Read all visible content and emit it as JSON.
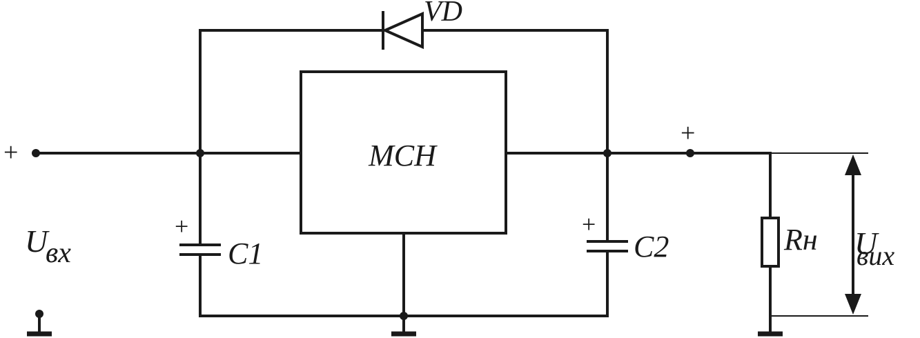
{
  "diagram": {
    "regulator_label": "МСН",
    "diode_label": "VD",
    "c1_label": "C1",
    "c2_label": "C2",
    "load_label": "Rн",
    "input_voltage": {
      "main": "U",
      "sub": "вх"
    },
    "output_voltage": {
      "main": "U",
      "sub": "вих"
    },
    "plus_sign": "+"
  },
  "colors": {
    "stroke": "#1a1a1a",
    "background": "#ffffff"
  }
}
